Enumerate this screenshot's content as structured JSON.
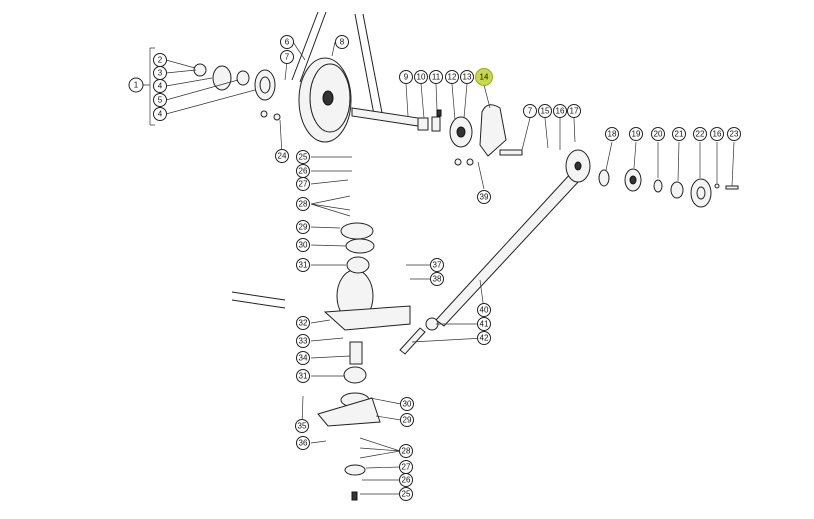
{
  "callouts": [
    {
      "label": "1"
    },
    {
      "label": "2"
    },
    {
      "label": "3"
    },
    {
      "label": "4"
    },
    {
      "label": "5"
    },
    {
      "label": "4"
    },
    {
      "label": "6"
    },
    {
      "label": "8"
    },
    {
      "label": "7"
    },
    {
      "label": "24"
    },
    {
      "label": "9"
    },
    {
      "label": "10"
    },
    {
      "label": "11"
    },
    {
      "label": "12"
    },
    {
      "label": "13"
    },
    {
      "label": "14"
    },
    {
      "label": "39"
    },
    {
      "label": "7"
    },
    {
      "label": "15"
    },
    {
      "label": "16"
    },
    {
      "label": "17"
    },
    {
      "label": "18"
    },
    {
      "label": "19"
    },
    {
      "label": "20"
    },
    {
      "label": "21"
    },
    {
      "label": "22"
    },
    {
      "label": "16"
    },
    {
      "label": "23"
    },
    {
      "label": "25"
    },
    {
      "label": "26"
    },
    {
      "label": "27"
    },
    {
      "label": "28"
    },
    {
      "label": "29"
    },
    {
      "label": "30"
    },
    {
      "label": "31"
    },
    {
      "label": "37"
    },
    {
      "label": "38"
    },
    {
      "label": "40"
    },
    {
      "label": "32"
    },
    {
      "label": "41"
    },
    {
      "label": "42"
    },
    {
      "label": "33"
    },
    {
      "label": "34"
    },
    {
      "label": "31"
    },
    {
      "label": "30"
    },
    {
      "label": "29"
    },
    {
      "label": "35"
    },
    {
      "label": "36"
    },
    {
      "label": "28"
    },
    {
      "label": "27"
    },
    {
      "label": "26"
    },
    {
      "label": "25"
    }
  ],
  "highlight_color": "#c8d84a"
}
